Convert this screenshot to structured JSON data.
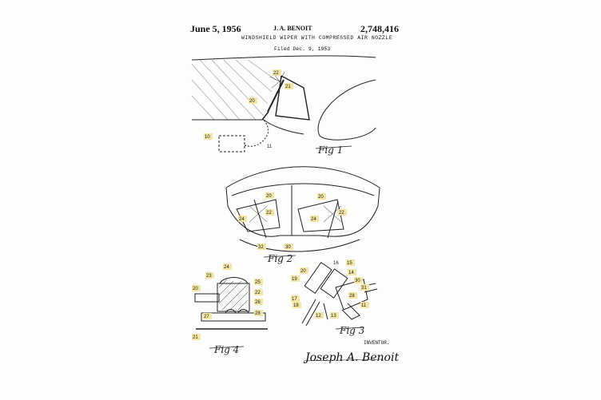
{
  "patent": {
    "date": "June 5, 1956",
    "inventor_header": "J. A. BENOIT",
    "number": "2,748,416",
    "title": "WINDSHIELD WIPER WITH COMPRESSED AIR NOZZLE",
    "filed": "Filed Dec. 9, 1953",
    "inventor_label": "INVENTOR.",
    "signature": "Joseph A. Benoit"
  },
  "figures": {
    "fig1": "Fig 1",
    "fig2": "Fig 2",
    "fig3": "Fig 3",
    "fig4": "Fig 4"
  },
  "labels": {
    "fig1": [
      "22",
      "21",
      "20",
      "10",
      "11"
    ],
    "fig2": [
      "20",
      "22",
      "24",
      "20",
      "24",
      "22",
      "32",
      "30"
    ],
    "fig3": [
      "16",
      "15",
      "20",
      "14",
      "19",
      "30",
      "31",
      "17",
      "28",
      "18",
      "11",
      "12",
      "13"
    ],
    "fig4": [
      "24",
      "23",
      "20",
      "25",
      "22",
      "26",
      "27",
      "28",
      "21"
    ]
  },
  "colors": {
    "label_highlight": "#f5e7a3",
    "ink": "#222222"
  }
}
